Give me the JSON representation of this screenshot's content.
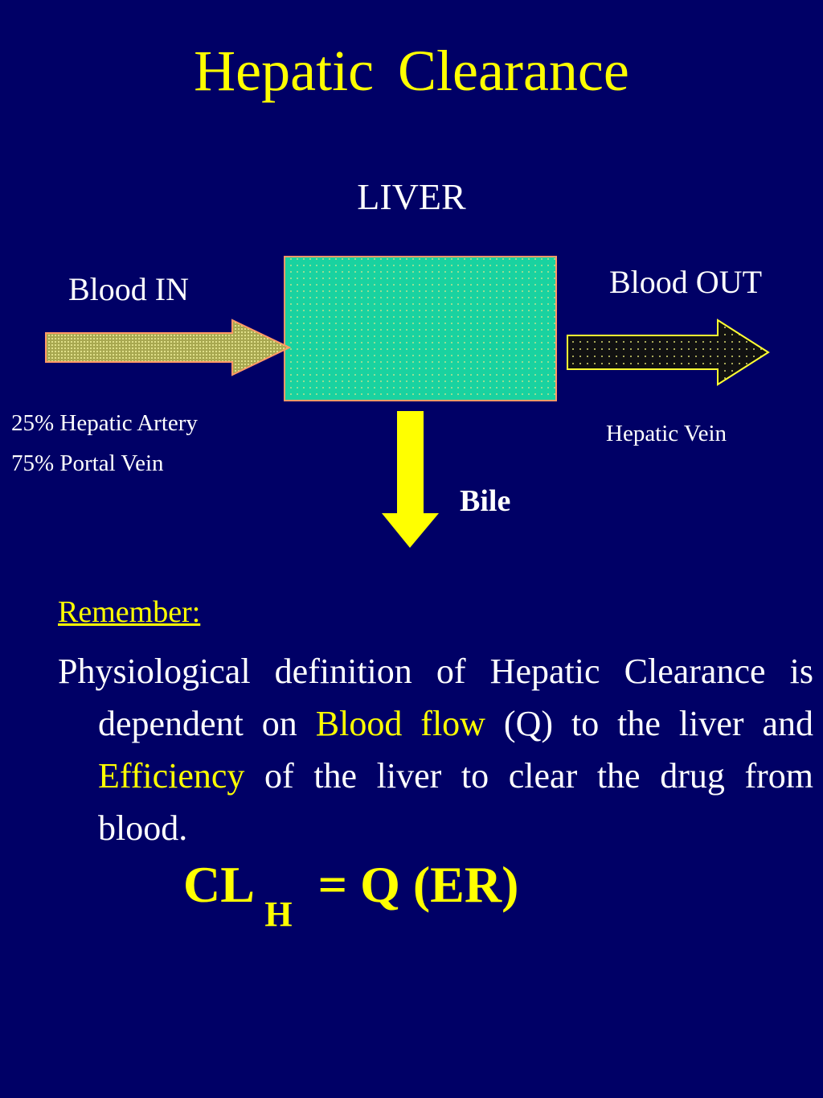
{
  "title": "Hepatic  Clearance",
  "diagram": {
    "organ_label": "LIVER",
    "inflow_label": "Blood IN",
    "outflow_label": "Blood OUT",
    "inflow_sources": [
      "25% Hepatic Artery",
      "75%  Portal Vein"
    ],
    "outflow_vessel": "Hepatic Vein",
    "excretion_label": "Bile",
    "colors": {
      "background": "#000066",
      "organ_fill": "#19D2A0",
      "arrow_in_fill": "#C8C864",
      "arrow_out_fill": "#111111",
      "bile_arrow": "#FFFF00",
      "highlight": "#FFFF00"
    }
  },
  "note": {
    "heading": "Remember:",
    "text_1": "Physiological definition of Hepatic Clearance  is dependent on ",
    "highlight_1": "Blood flow",
    "text_2": " (Q)  to the liver  and ",
    "highlight_2": "Efficiency",
    "text_3": "  of  the liver  to clear the drug from blood."
  },
  "formula": {
    "lhs": "CL",
    "subscript": "H",
    "rhs": "=  Q  (ER)"
  }
}
